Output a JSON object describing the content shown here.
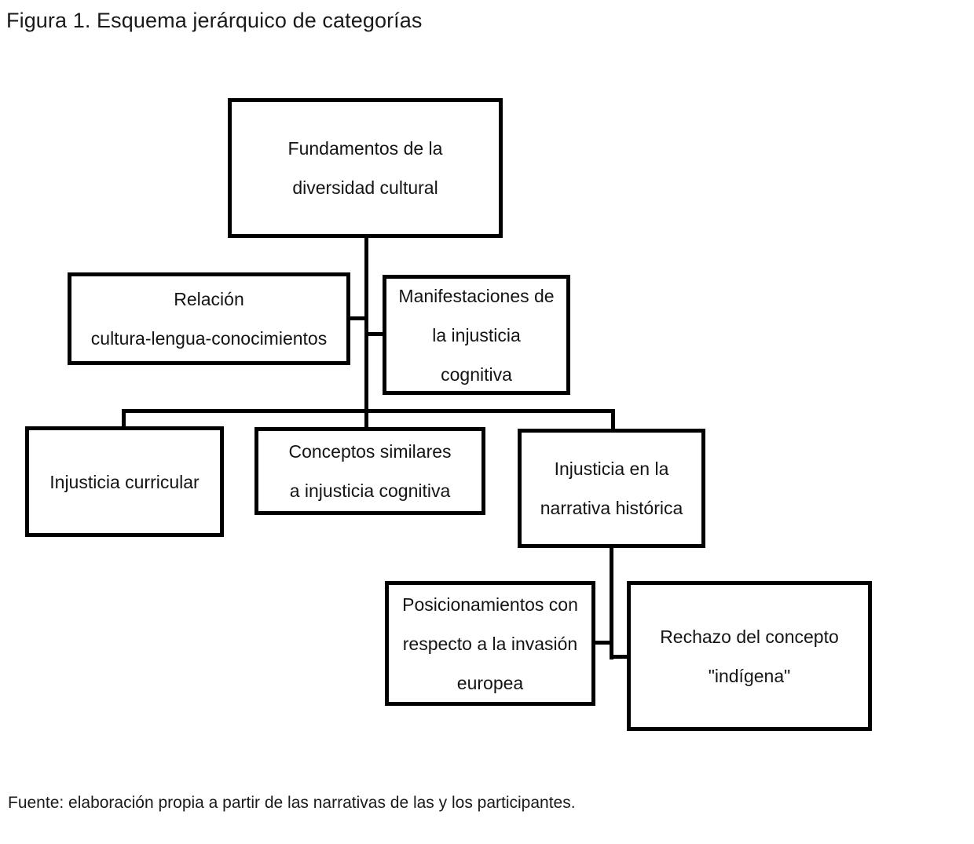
{
  "figure": {
    "title": "Figura 1. Esquema jerárquico de categorías",
    "source": "Fuente: elaboración propia a partir de las narrativas de las y los participantes.",
    "background_color": "#ffffff",
    "line_color": "#000000",
    "text_color": "#141414"
  },
  "diagram": {
    "type": "hierarchy-tree",
    "levels": 4,
    "nodes": [
      {
        "id": "root",
        "level": 1,
        "label": "Fundamentos de la\ndiversidad cultural",
        "lines": [
          "Fundamentos de la",
          "diversidad cultural"
        ]
      },
      {
        "id": "relacion",
        "level": 2,
        "label": "Relación\ncultura-lengua-conocimientos",
        "lines": [
          "Relación",
          "cultura-lengua-conocimientos"
        ]
      },
      {
        "id": "manifestaciones",
        "level": 2,
        "label": "Manifestaciones de\nla injusticia\ncognitiva",
        "lines": [
          "Manifestaciones de",
          "la injusticia",
          "cognitiva"
        ]
      },
      {
        "id": "curricular",
        "level": 3,
        "label": "Injusticia curricular",
        "lines": [
          "Injusticia curricular"
        ]
      },
      {
        "id": "conceptos",
        "level": 3,
        "label": "Conceptos similares\na injusticia cognitiva",
        "lines": [
          "Conceptos similares",
          "a injusticia cognitiva"
        ]
      },
      {
        "id": "narrativa",
        "level": 3,
        "label": "Injusticia en la\nnarrativa histórica",
        "lines": [
          "Injusticia en la",
          "narrativa histórica"
        ]
      },
      {
        "id": "posicionamientos",
        "level": 4,
        "label": "Posicionamientos con\nrespecto a la invasión\neuropea",
        "lines": [
          "Posicionamientos con",
          "respecto a la invasión",
          "europea"
        ]
      },
      {
        "id": "rechazo",
        "level": 4,
        "label": "Rechazo del concepto\n\"indígena\"",
        "lines": [
          "Rechazo del concepto",
          "\"indígena\""
        ]
      }
    ],
    "edges": [
      {
        "from": "root",
        "to": "relacion"
      },
      {
        "from": "root",
        "to": "manifestaciones"
      },
      {
        "from": "root",
        "to": "curricular"
      },
      {
        "from": "root",
        "to": "conceptos"
      },
      {
        "from": "root",
        "to": "narrativa"
      },
      {
        "from": "narrativa",
        "to": "posicionamientos"
      },
      {
        "from": "narrativa",
        "to": "rechazo"
      }
    ]
  }
}
